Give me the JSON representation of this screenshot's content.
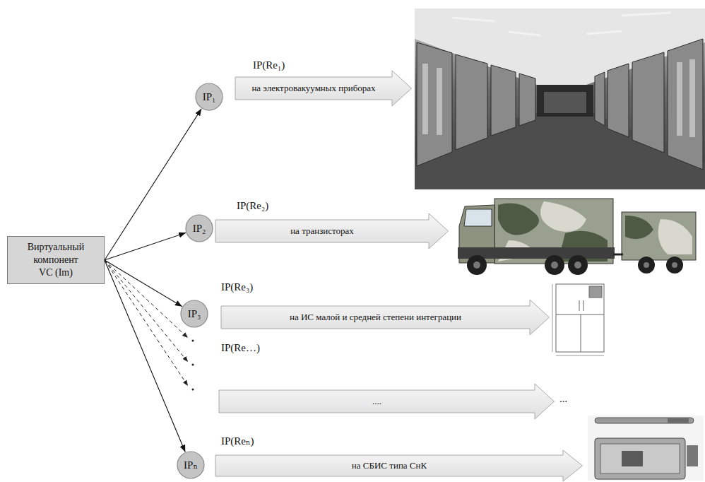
{
  "diagram": {
    "nodes": [
      {
        "text": [
          "Виртуальный компонент VC (Im)"
        ]
      },
      {
        "text": [
          "IP₁"
        ]
      },
      {
        "text": [
          "на электровакуумных приборах"
        ]
      },
      {
        "text": [
          "IP₂"
        ]
      },
      {
        "text": [
          "на транзисторах"
        ]
      },
      {
        "text": [
          "IP₃"
        ]
      },
      {
        "text": [
          "на ИС малой и средней степени интеграции"
        ]
      },
      {
        "text": [
          "...."
        ]
      },
      {
        "text": [
          "IPₙ"
        ]
      },
      {
        "text": [
          "на СБИС типа СнК"
        ]
      }
    ],
    "edges": [
      {
        "from": 0,
        "to": 1,
        "arrow": "to"
      },
      {
        "from": 0,
        "to": 3,
        "arrow": "to"
      },
      {
        "from": 0,
        "to": 5,
        "arrow": "to"
      },
      {
        "from": 0,
        "to": 8,
        "arrow": "to"
      }
    ],
    "labels": [
      "IP(Re₁)",
      "IP(Re₂)",
      "IP(Re₃)",
      "IP(Re…)",
      "...",
      "IP(Reₙ)"
    ]
  }
}
